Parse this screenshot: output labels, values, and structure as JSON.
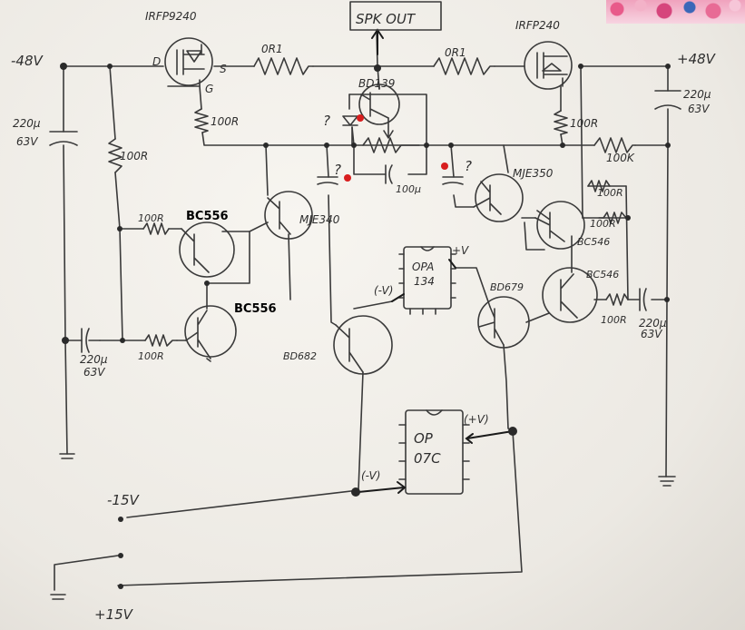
{
  "labels": {
    "output": "SPK OUT",
    "mosfet_left": "IRFP9240",
    "mosfet_right": "IRFP240",
    "rail_neg": "-48V",
    "rail_pos": "+48V",
    "res_source_left": "0R1",
    "res_source_right": "0R1",
    "pin_d": "D",
    "pin_s": "S",
    "pin_g": "G",
    "cap_left_value": "220µ",
    "cap_left_volt": "63V",
    "cap_right_value": "220µ",
    "cap_right_volt": "63V",
    "res_gate_left": "100R",
    "res_gate_right": "100R",
    "vbe_transistor": "BD139",
    "res_100k": "100K",
    "res_100r_left": "100R",
    "res_100r_bc556": "100R",
    "res_100r_bottom": "100R",
    "bc556_top": "BC556",
    "bc556_bottom": "BC556",
    "mje340": "MJE340",
    "mje350": "MJE350",
    "cap_100u": "100µ",
    "q_mark_1": "?",
    "q_mark_2": "?",
    "q_mark_3": "?",
    "opa134_line1": "OPA",
    "opa134_line2": "134",
    "op07_line1": "OP",
    "op07_line2": "07C",
    "supply_plus_v": "+V",
    "supply_minus_v": "(-V)",
    "supply_plus_v2": "(+V)",
    "supply_minus_v2": "(-V)",
    "bd679": "BD679",
    "bd682": "BD682",
    "bc546_top": "BC546",
    "bc546_bottom": "BC546",
    "res_100r_bc546": "100R",
    "res_100r_mid": "100R",
    "res_100r_right_bottom": "100R",
    "cap_bl_value": "220µ",
    "cap_bl_volt": "63V",
    "cap_br_value": "220µ",
    "cap_br_volt": "63V",
    "supply_neg15": "-15V",
    "supply_pos15": "+15V"
  },
  "colors": {
    "ink": "#3a3a3a",
    "marker": "#d81e1e",
    "paper": "#f2efe9"
  }
}
